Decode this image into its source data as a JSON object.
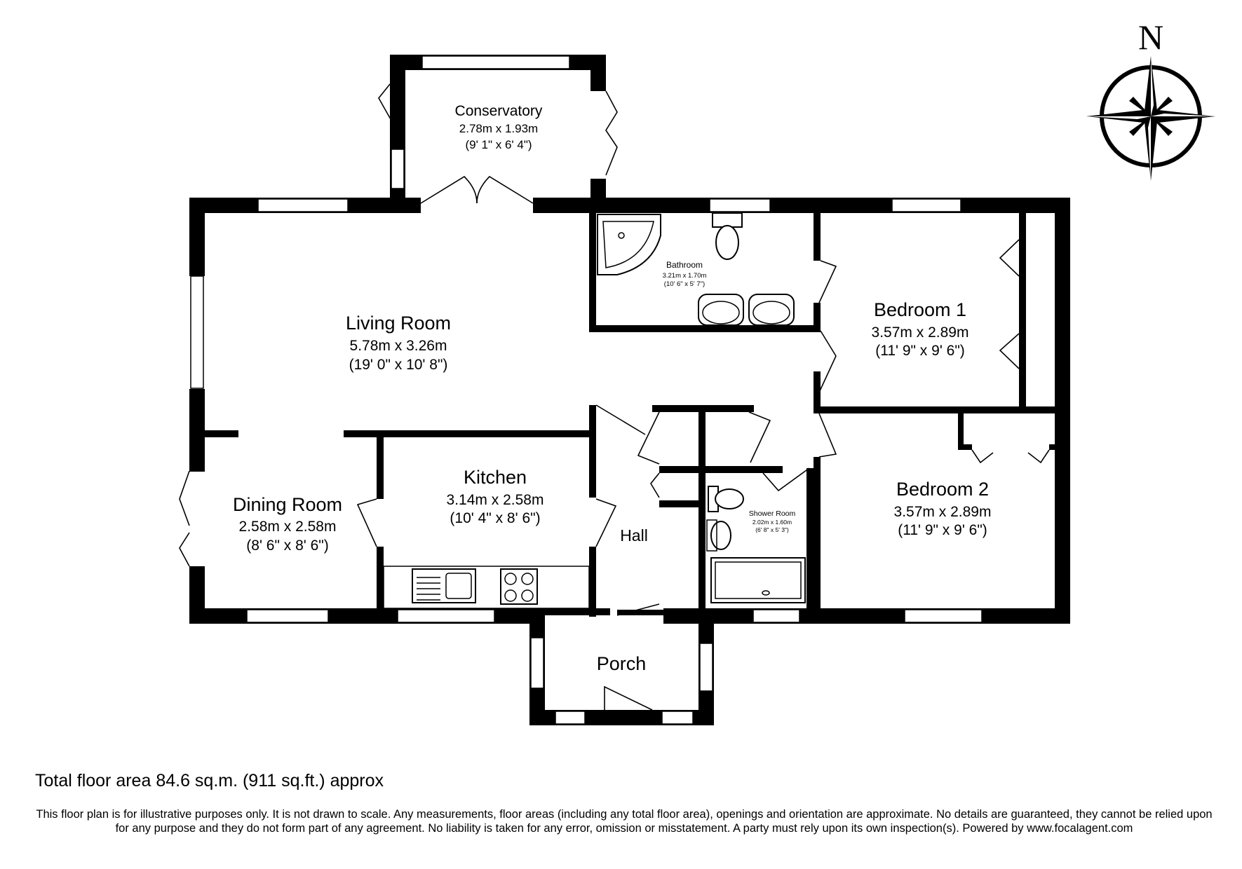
{
  "rooms": {
    "conservatory": {
      "name": "Conservatory",
      "metric": "2.78m x 1.93m",
      "imperial": "(9' 1\" x 6' 4\")"
    },
    "bathroom": {
      "name": "Bathroom",
      "metric": "3.21m x 1.70m",
      "imperial": "(10' 6\" x 5' 7\")"
    },
    "living_room": {
      "name": "Living Room",
      "metric": "5.78m x 3.26m",
      "imperial": "(19' 0\" x 10' 8\")"
    },
    "bedroom_1": {
      "name": "Bedroom 1",
      "metric": "3.57m x 2.89m",
      "imperial": "(11' 9\" x 9' 6\")"
    },
    "kitchen": {
      "name": "Kitchen",
      "metric": "3.14m x 2.58m",
      "imperial": "(10' 4\" x 8' 6\")"
    },
    "dining_room": {
      "name": "Dining Room",
      "metric": "2.58m x 2.58m",
      "imperial": "(8' 6\" x 8' 6\")"
    },
    "hall": {
      "name": "Hall"
    },
    "shower_room": {
      "name": "Shower Room",
      "metric": "2.02m x 1.60m",
      "imperial": "(6' 8\" x 5' 3\")"
    },
    "bedroom_2": {
      "name": "Bedroom 2",
      "metric": "3.57m x 2.89m",
      "imperial": "(11' 9\" x 9' 6\")"
    },
    "porch": {
      "name": "Porch"
    }
  },
  "compass": {
    "north_label": "N"
  },
  "footer": {
    "total_area": "Total floor area 84.6 sq.m. (911 sq.ft.) approx",
    "disclaimer": "This floor plan is for illustrative purposes only. It is not drawn to scale. Any measurements, floor areas (including any total floor area), openings and orientation are approximate. No details are guaranteed, they cannot be relied upon for any purpose and they do not form part of any agreement. No liability is taken for any error, omission or misstatement. A party must rely upon its own inspection(s).  Powered by www.focalagent.com"
  }
}
